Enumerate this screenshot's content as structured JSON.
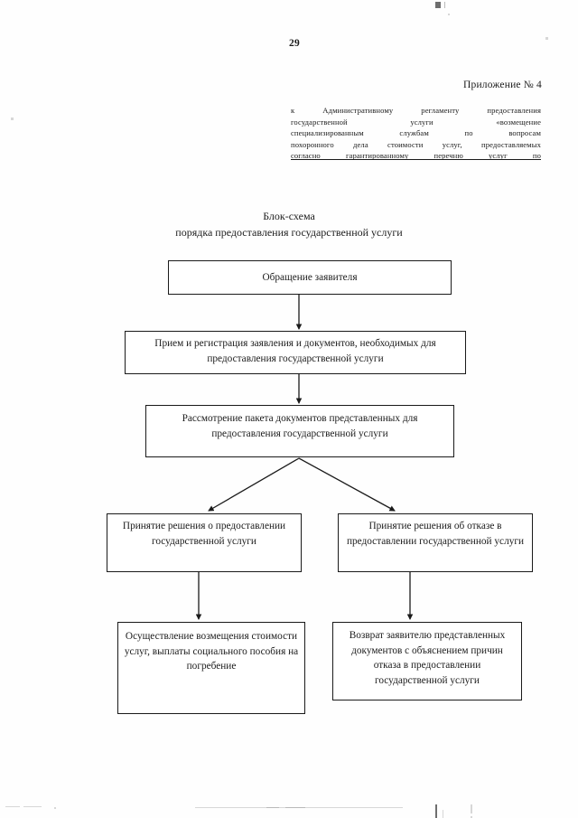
{
  "document": {
    "page_number": "29",
    "appendix_label": "Приложение № 4",
    "reference_paragraph": [
      "к Административному регламенту предоставления",
      "государственной услуги «возмещение",
      "специализированным службам по вопросам",
      "похоронного дела стоимости услуг, предоставляемых",
      "согласно гарантированному перечню услуг по"
    ]
  },
  "chart_title": {
    "line1": "Блок-схема",
    "line2": "порядка предоставления государственной услуги"
  },
  "flowchart": {
    "nodes": [
      {
        "id": "request",
        "label": "Обращение заявителя"
      },
      {
        "id": "intake",
        "label": "Прием и регистрация заявления и документов, необходимых для предоставления государственной услуги"
      },
      {
        "id": "review",
        "label": "Рассмотрение пакета документов представленных для предоставления государственной услуги"
      },
      {
        "id": "approve",
        "label": "Принятие решения  о предоставлении государственной услуги"
      },
      {
        "id": "refuse",
        "label": "Принятие решения   об отказе в предоставлении государственной услуги"
      },
      {
        "id": "payout",
        "label": "Осуществление возмещения стоимости услуг,  выплаты социального пособия на погребение"
      },
      {
        "id": "return-docs",
        "label": "Возврат заявителю представленных документов с объяснением причин отказа в  предоставлении государственной услуги"
      }
    ],
    "edges": [
      {
        "from": "request",
        "to": "intake"
      },
      {
        "from": "intake",
        "to": "review"
      },
      {
        "from": "review",
        "to": "approve"
      },
      {
        "from": "review",
        "to": "refuse"
      },
      {
        "from": "approve",
        "to": "payout"
      },
      {
        "from": "refuse",
        "to": "return-docs"
      }
    ]
  },
  "colors": {
    "ink": "#1b1b1b",
    "border": "#1a1a1a",
    "paper": "#fefefe"
  }
}
